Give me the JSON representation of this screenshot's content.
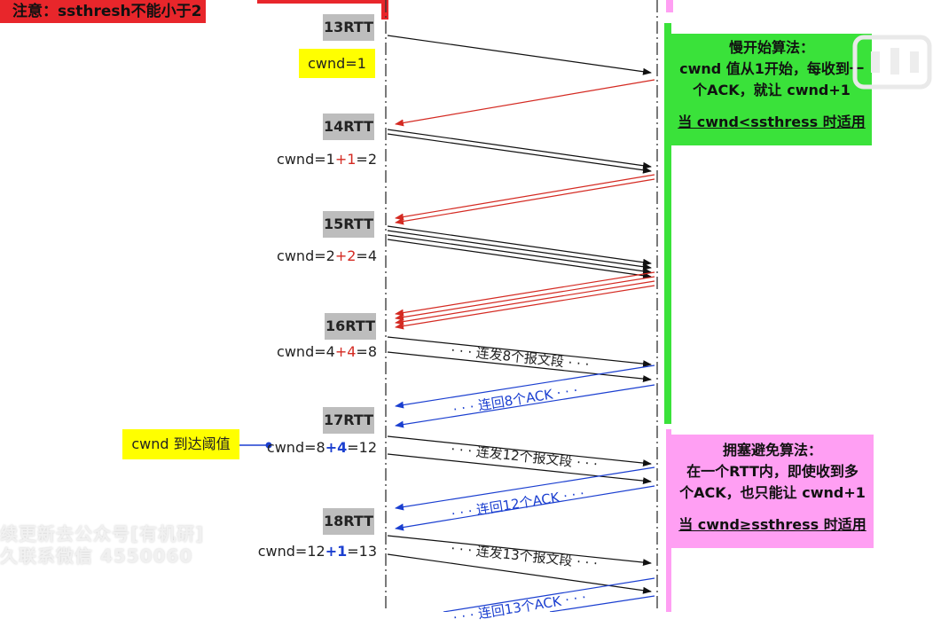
{
  "note": "注意：ssthresh不能小于2",
  "rtts": [
    {
      "label": "13RTT",
      "cwnd": null
    },
    {
      "label": "14RTT",
      "cwnd": {
        "a": "cwnd=1",
        "op": "+",
        "b": "1",
        "res": "=2",
        "style": "red"
      }
    },
    {
      "label": "15RTT",
      "cwnd": {
        "a": "cwnd=2",
        "op": "+",
        "b": "2",
        "res": "=4",
        "style": "red"
      }
    },
    {
      "label": "16RTT",
      "cwnd": {
        "a": "cwnd=4",
        "op": "+",
        "b": "4",
        "res": "=8",
        "style": "red"
      }
    },
    {
      "label": "17RTT",
      "cwnd": {
        "a": "cwnd=8",
        "op": "+",
        "b": "4",
        "res": "=12",
        "style": "blue"
      }
    },
    {
      "label": "18RTT",
      "cwnd": {
        "a": "cwnd=12",
        "op": "+",
        "b": "1",
        "res": "=13",
        "style": "blue"
      }
    }
  ],
  "cwnd_initial": "cwnd=1",
  "threshold_label": "cwnd 到达阈值",
  "slow_start": {
    "title": "慢开始算法：",
    "line1": "cwnd 值从1开始，每收到一",
    "line2": "个ACK，就让 cwnd+1",
    "condition": "当 cwnd<ssthress 时适用"
  },
  "congestion_avoidance": {
    "title": "拥塞避免算法：",
    "line1": "在一个RTT内，即使收到多",
    "line2": "个ACK，也只能让 cwnd+1",
    "condition": "当 cwnd≥ssthress 时适用"
  },
  "segments": [
    {
      "text": "· · · 连发8个报文段 · · ·"
    },
    {
      "text": "· · · 连回8个ACK · · ·"
    },
    {
      "text": "· · · 连发12个报文段 · · ·"
    },
    {
      "text": "· · · 连回12个ACK · · ·"
    },
    {
      "text": "· · · 连发13个报文段 · · ·"
    },
    {
      "text": "· · · 连回13个ACK · · ·"
    }
  ],
  "watermark": {
    "line1": "续更新去公众号[有机研]",
    "line2": "久联系微信 4550060"
  },
  "colors": {
    "red": "#d42a22",
    "blue": "#1b3fd0",
    "green": "#3ae23a",
    "pink": "#ff9ff3",
    "yellow": "#ffff00",
    "note_red": "#e8262b"
  }
}
